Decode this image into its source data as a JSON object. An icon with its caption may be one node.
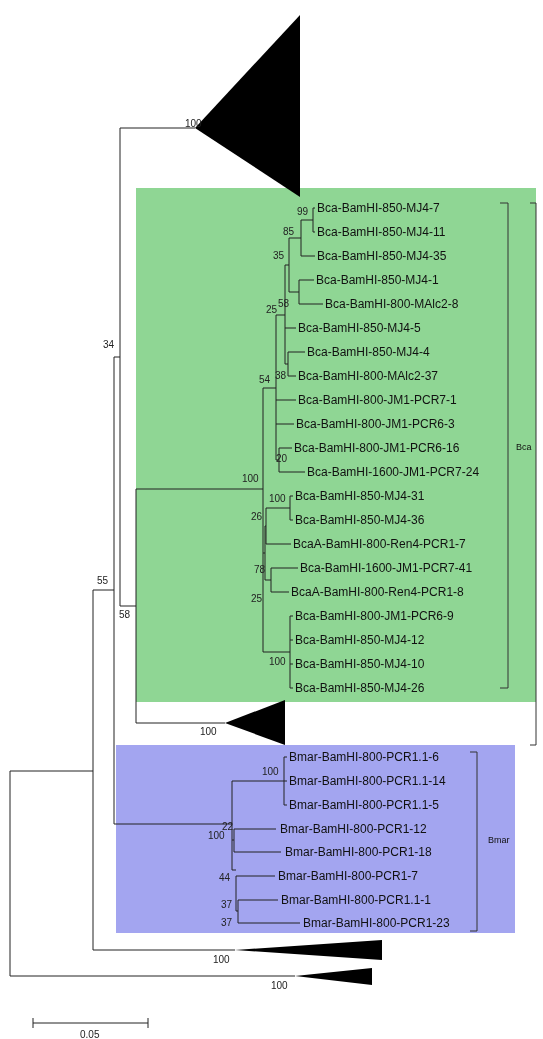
{
  "diagram": {
    "labels": [
      "100",
      "99",
      "Bca-BamHI-850-MJ4-7",
      "85",
      "Bca-BamHI-850-MJ4-11",
      "35",
      "Bca-BamHI-850-MJ4-35",
      "Bca-BamHI-850-MJ4-1",
      "25",
      "58",
      "Bca-BamHI-800-MAlc2-8",
      "Bca-BamHI-850-MJ4-5",
      "34",
      "Bca-BamHI-850-MJ4-4",
      "54",
      "38",
      "Bca-BamHI-800-MAlc2-37",
      "Bca-BamHI-800-JM1-PCR7-1",
      "Bca-BamHI-800-JM1-PCR6-3",
      "Bca",
      "Bca-BamHI-800-JM1-PCR6-16",
      "20",
      "Bca-BamHI-1600-JM1-PCR7-24",
      "100",
      "100",
      "Bca-BamHI-850-MJ4-31",
      "26",
      "Bca-BamHI-850-MJ4-36",
      "BcaA-BamHI-800-Ren4-PCR1-7",
      "78",
      "Bca-BamHI-1600-JM1-PCR7-41",
      "BcaA-BamHI-800-Ren4-PCR1-8",
      "55",
      "25",
      "58",
      "Bca-BamHI-800-JM1-PCR6-9",
      "Bca-BamHI-850-MJ4-12",
      "100",
      "Bca-BamHI-850-MJ4-10",
      "Bca-BamHI-850-MJ4-26",
      "100",
      "100",
      "Bmar-BamHI-800-PCR1.1-6",
      "Bmar-BamHI-800-PCR1.1-14",
      "Bmar-BamHI-800-PCR1.1-5",
      "100",
      "22",
      "Bmar-BamHI-800-PCR1-12",
      "Bmar",
      "Bmar-BamHI-800-PCR1-18",
      "44",
      "Bmar-BamHI-800-PCR1-7",
      "Bmar-BamHI-800-PCR1.1-1",
      "37",
      "37",
      "Bmar-BamHI-800-PCR1-23",
      "100",
      "100",
      "0.05"
    ]
  }
}
